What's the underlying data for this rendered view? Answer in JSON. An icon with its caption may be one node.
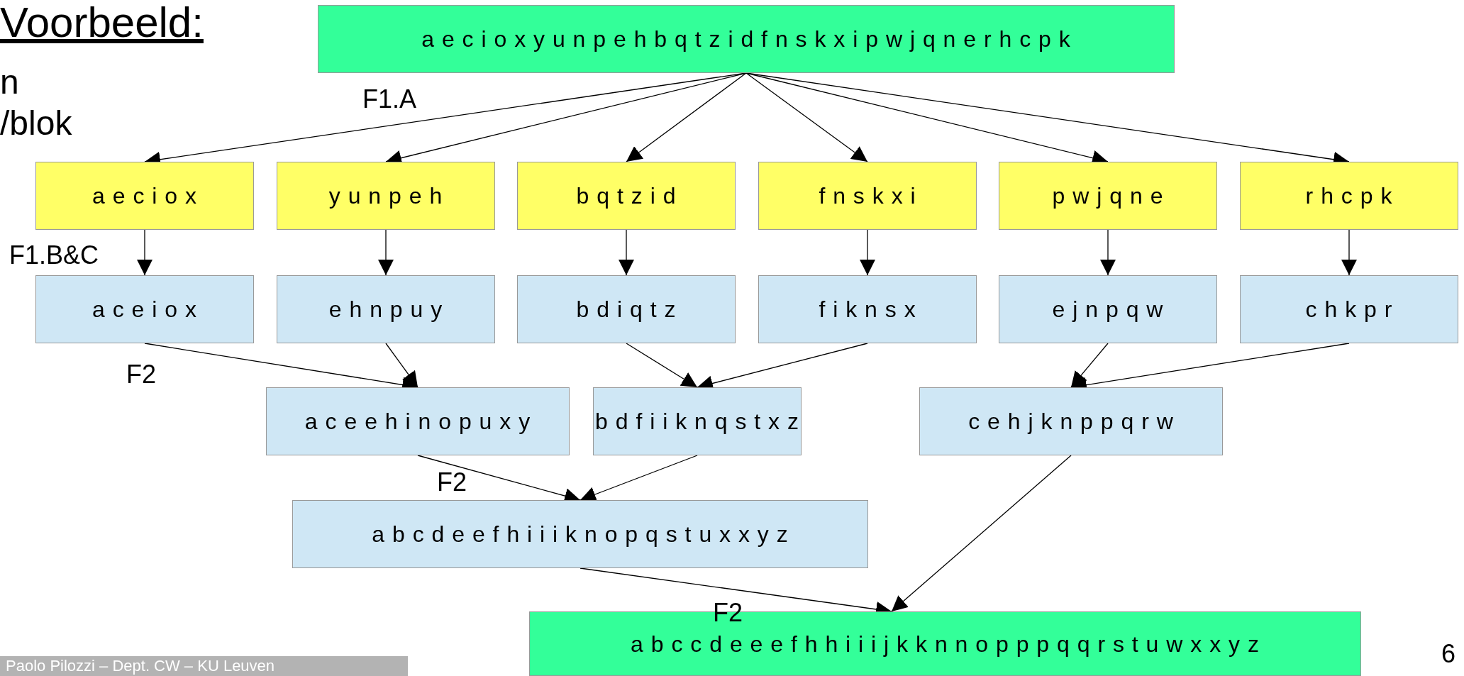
{
  "diagram": {
    "title": "Voorbeeld:",
    "nodes": [
      {
        "text": [
          "a e c i o x y u n p e h b q t z i d f n s k x i p w j q n e r h c p k"
        ]
      },
      {
        "text": [
          "a e c i o x"
        ]
      },
      {
        "text": [
          "y u n p e h"
        ]
      },
      {
        "text": [
          "b q t z i d"
        ]
      },
      {
        "text": [
          "f n s k x i"
        ]
      },
      {
        "text": [
          "p w j q n e"
        ]
      },
      {
        "text": [
          "r h c p k"
        ]
      },
      {
        "text": [
          "a c e i o x"
        ]
      },
      {
        "text": [
          "e h n p u y"
        ]
      },
      {
        "text": [
          "b d i q t z"
        ]
      },
      {
        "text": [
          "f i k n s x"
        ]
      },
      {
        "text": [
          "e j n p q w"
        ]
      },
      {
        "text": [
          "c h k p r"
        ]
      },
      {
        "text": [
          "a c e e h i n o p u x y"
        ]
      },
      {
        "text": [
          "b d f i i k n q s t x z"
        ]
      },
      {
        "text": [
          "c e h j k n p p q r w"
        ]
      },
      {
        "text": [
          "a b c d e e f h i i i k n o p q s t u x x y z"
        ]
      },
      {
        "text": [
          "a b c c d e e e f h h i i i j k k n n o p p p q q r s t u w x x y z"
        ]
      }
    ],
    "edges": [
      {
        "from": 0,
        "to": 1,
        "arrow": "to"
      },
      {
        "from": 0,
        "to": 2,
        "arrow": "to"
      },
      {
        "from": 0,
        "to": 3,
        "arrow": "to"
      },
      {
        "from": 0,
        "to": 4,
        "arrow": "to"
      },
      {
        "from": 0,
        "to": 5,
        "arrow": "to"
      },
      {
        "from": 0,
        "to": 6,
        "arrow": "to"
      },
      {
        "from": 1,
        "to": 7,
        "arrow": "to"
      },
      {
        "from": 2,
        "to": 8,
        "arrow": "to"
      },
      {
        "from": 3,
        "to": 9,
        "arrow": "to"
      },
      {
        "from": 4,
        "to": 10,
        "arrow": "to"
      },
      {
        "from": 5,
        "to": 11,
        "arrow": "to"
      },
      {
        "from": 6,
        "to": 12,
        "arrow": "to"
      },
      {
        "from": 7,
        "to": 13,
        "arrow": "to"
      },
      {
        "from": 8,
        "to": 13,
        "arrow": "to"
      },
      {
        "from": 9,
        "to": 14,
        "arrow": "to"
      },
      {
        "from": 10,
        "to": 14,
        "arrow": "to"
      },
      {
        "from": 11,
        "to": 15,
        "arrow": "to"
      },
      {
        "from": 12,
        "to": 15,
        "arrow": "to"
      },
      {
        "from": 13,
        "to": 16,
        "arrow": "to"
      },
      {
        "from": 14,
        "to": 16,
        "arrow": "to"
      },
      {
        "from": 16,
        "to": 17,
        "arrow": "to"
      },
      {
        "from": 15,
        "to": 17,
        "arrow": "to"
      }
    ],
    "labels": [
      "n",
      "/blok",
      "F1.A",
      "F1.B&C",
      "F2",
      "F2",
      "F2",
      "Paolo Pilozzi – Dept. CW – KU Leuven",
      "6"
    ]
  }
}
